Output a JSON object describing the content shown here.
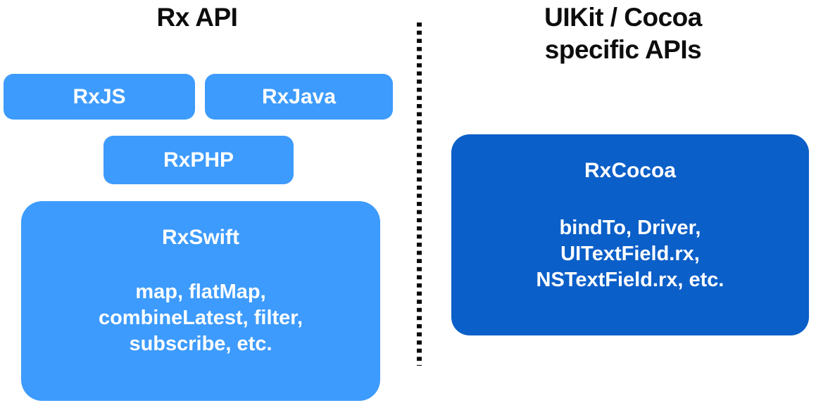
{
  "columns": {
    "left": {
      "title": "Rx API",
      "cards": [
        {
          "name": "RxJS",
          "title": "RxJS",
          "body": ""
        },
        {
          "name": "RxJava",
          "title": "RxJava",
          "body": ""
        },
        {
          "name": "RxPHP",
          "title": "RxPHP",
          "body": ""
        },
        {
          "name": "RxSwift",
          "title": "RxSwift",
          "body": "map, flatMap,\ncombineLatest, filter,\nsubscribe, etc."
        }
      ]
    },
    "right": {
      "title": "UIKit / Cocoa\nspecific APIs",
      "cards": [
        {
          "name": "RxCocoa",
          "title": "RxCocoa",
          "body": "bindTo, Driver,\nUITextField.rx,\nNSTextField.rx, etc."
        }
      ]
    }
  },
  "divider": {
    "style": "dotted-vertical"
  },
  "colors": {
    "light_blue": "#3d9bfd",
    "dark_blue": "#0b5fc8",
    "text_on_card": "#ffffff",
    "heading": "#0d0d0d",
    "background": "#ffffff",
    "divider": "#0a0a0a"
  }
}
